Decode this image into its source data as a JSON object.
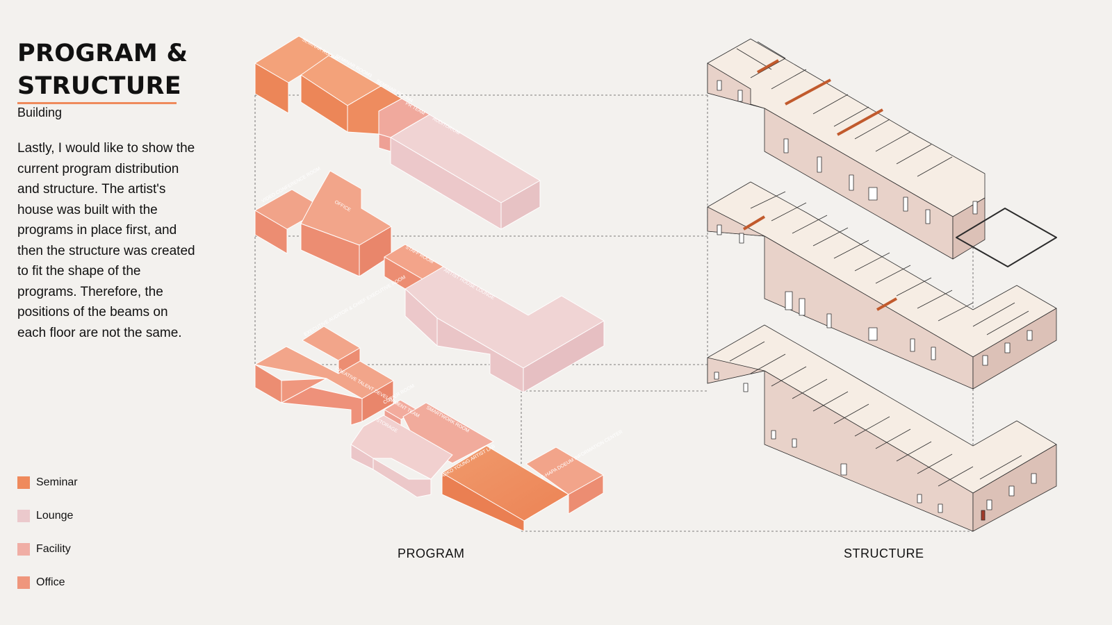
{
  "header": {
    "title_line1": "PROGRAM &",
    "title_line2": "STRUCTURE",
    "subtitle": "Building"
  },
  "description": "Lastly, I would like to show the current program distribution and structure. The artist's house was built with the programs in place first, and then the structure was created to fit the shape of the programs. Therefore, the positions of the beams on each floor are not the same.",
  "legend": [
    {
      "label": "Seminar",
      "color": "#ef8a5c"
    },
    {
      "label": "Lounge",
      "color": "#ebc9cc"
    },
    {
      "label": "Facility",
      "color": "#f0aea5"
    },
    {
      "label": "Office",
      "color": "#ef967c"
    }
  ],
  "captions": {
    "program": "PROGRAM",
    "structure": "STRUCTURE"
  },
  "room_labels": {
    "seminar_room1": "SEMINAR ROOM1",
    "seminar_room3": "SEMINAR ROOM3",
    "seminar_room4": "SEMINAR ROOM4",
    "pr_team": "PR TEAM",
    "auditorium": "AUDITORIUM",
    "video_conference": "VIDEO CONFERENCE ROOM",
    "office": "OFFICE",
    "staff_room": "STAFF ROOM",
    "artist_house_lounge": "ARTIST HOUSE LOUNGE",
    "executive_room": "EXECUTIVE AUDITOR & CHIEF EXECUTIVE ROOM",
    "creative_talent": "CREATIVE TALENT DEVELOPMENT TEAM",
    "copier_room": "COPIER ROOM",
    "smartwork_room": "SMARTWORK ROOM",
    "storage": "STORAGE",
    "arko_lab": "ARKO YOUNG ARTIST LAB",
    "information_center": "E-HAPA DOEUM INFORMATION CENTER"
  },
  "colors": {
    "accent": "#ef8a5c",
    "background": "#f3f1ee",
    "structure_wall": "#e8d2c9",
    "structure_floor": "#f6ede4",
    "beam": "#e0713f"
  }
}
